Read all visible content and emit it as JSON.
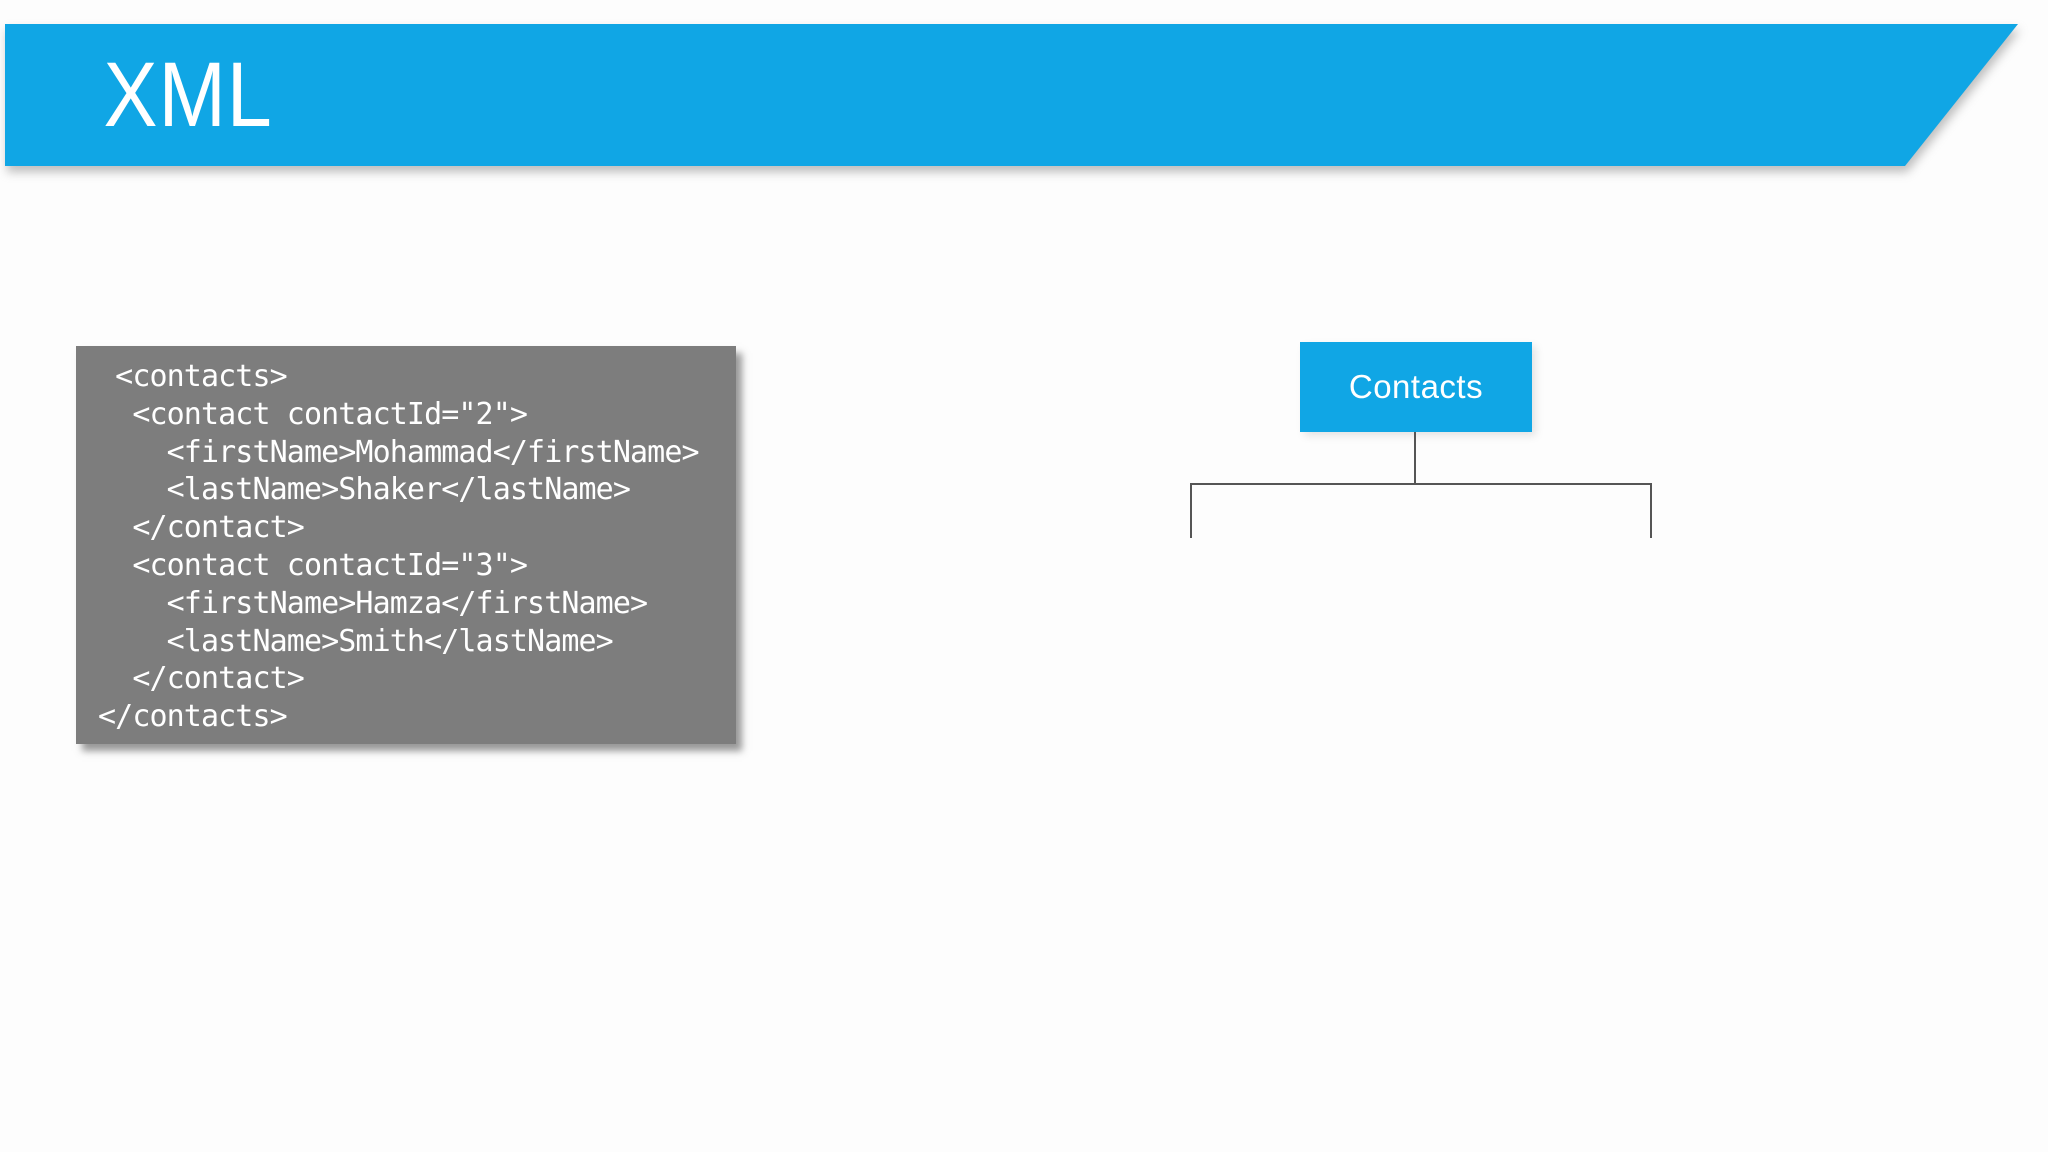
{
  "slide": {
    "title": "XML",
    "background_color": "#FDFDFD",
    "accent_color": "#10A6E5"
  },
  "code_block": {
    "background_color": "#7D7D7D",
    "text_color": "#FFFFFF",
    "lines": [
      " <contacts>",
      "  <contact contactId=\"2\">",
      "    <firstName>Mohammad</firstName>",
      "    <lastName>Shaker</lastName>",
      "  </contact>",
      "  <contact contactId=\"3\">",
      "    <firstName>Hamza</firstName>",
      "    <lastName>Smith</lastName>",
      "  </contact>",
      "</contacts>"
    ]
  },
  "diagram": {
    "root_label": "Contacts",
    "root_color": "#10A6E5",
    "connector_color": "#555555"
  }
}
